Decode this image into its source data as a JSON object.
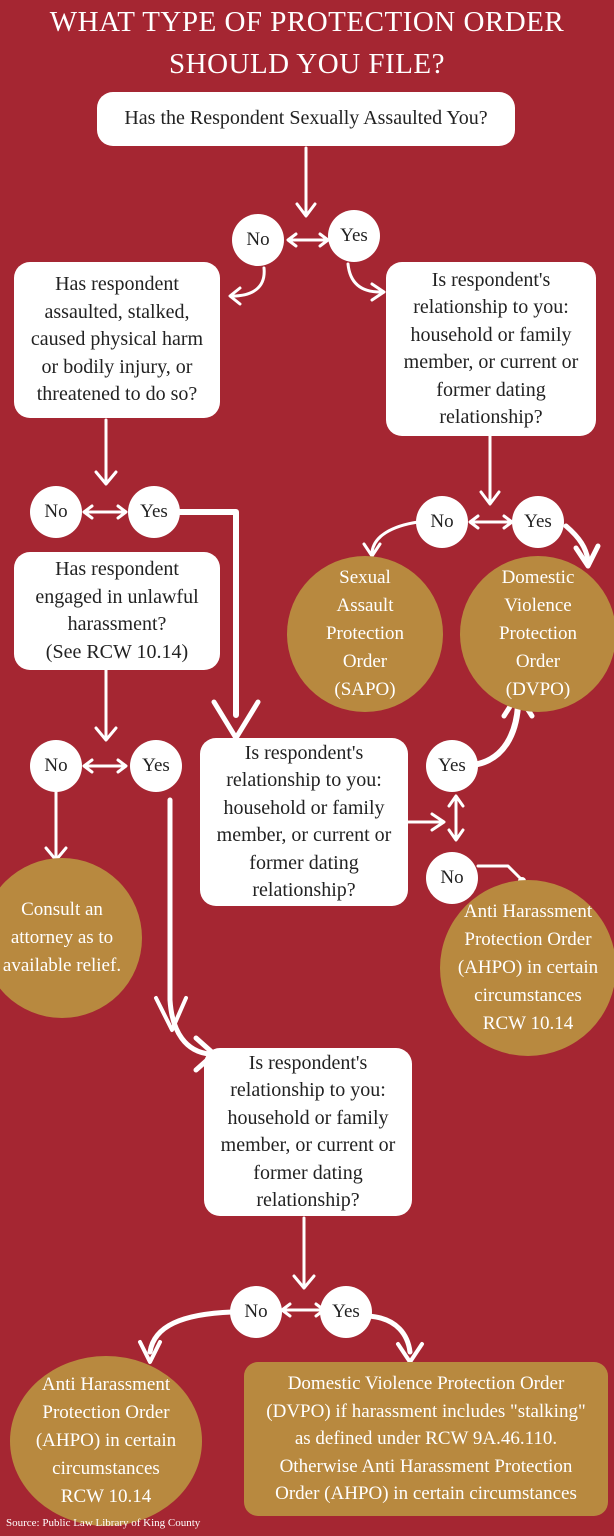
{
  "title": {
    "line1": "WHAT TYPE OF PROTECTION ORDER",
    "line2": "SHOULD YOU FILE?"
  },
  "q_sexual_assault": "Has the Respondent Sexually Assaulted You?",
  "q_assaulted": [
    "Has respondent",
    "assaulted, stalked,",
    "caused physical harm",
    "or bodily injury, or",
    "threatened to do so?"
  ],
  "q_harassment": [
    "Has respondent",
    "engaged in unlawful",
    "harassment?",
    "(See RCW 10.14)"
  ],
  "q_relationship": [
    "Is respondent's",
    "relationship to you:",
    "household or family",
    "member, or current or",
    "former dating",
    "relationship?"
  ],
  "labels": {
    "yes": "Yes",
    "no": "No"
  },
  "outcomes": {
    "sapo": [
      "Sexual",
      "Assault",
      "Protection",
      "Order",
      "(SAPO)"
    ],
    "dvpo": [
      "Domestic",
      "Violence",
      "Protection",
      "Order",
      "(DVPO)"
    ],
    "consult": [
      "Consult an",
      "attorney as to",
      "available relief."
    ],
    "ahpo": [
      "Anti Harassment",
      "Protection Order",
      "(AHPO) in certain",
      "circumstances",
      "RCW 10.14"
    ],
    "dvpo_stalking": [
      "Domestic Violence Protection Order",
      "(DVPO) if harassment includes \"stalking\"",
      "as defined under RCW 9A.46.110.",
      "Otherwise Anti Harassment Protection",
      "Order (AHPO) in certain circumstances"
    ]
  },
  "source": "Source: Public Law Library of King County",
  "colors": {
    "background": "#a52632",
    "outcome": "#b8893f",
    "box": "#ffffff"
  }
}
